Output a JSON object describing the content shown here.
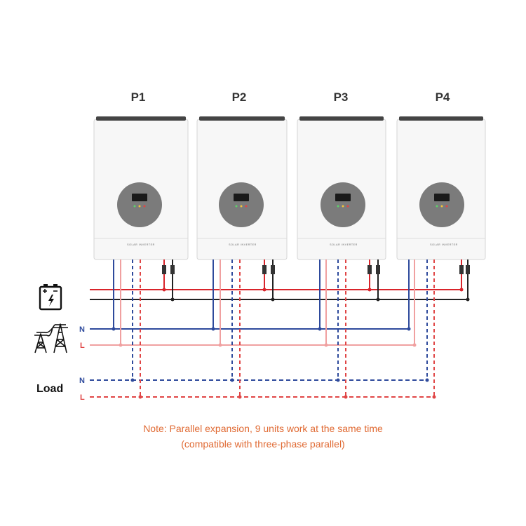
{
  "units": [
    {
      "label": "P1",
      "brand": "SOLAR INVERTER"
    },
    {
      "label": "P2",
      "brand": "SOLAR INVERTER"
    },
    {
      "label": "P3",
      "brand": "SOLAR INVERTER"
    },
    {
      "label": "P4",
      "brand": "SOLAR INVERTER"
    }
  ],
  "icons": {
    "battery": "battery-icon",
    "grid": "power-tower-icon"
  },
  "grid_labels": {
    "neutral": "N",
    "live": "L"
  },
  "load": {
    "label": "Load",
    "neutral": "N",
    "live": "L"
  },
  "note": {
    "line1": "Note: Parallel expansion, 9 units work at the same time",
    "line2": "(compatible with three-phase parallel)"
  },
  "colors": {
    "battery_positive": "#d9242b",
    "battery_negative": "#222222",
    "neutral": "#2e4a9c",
    "live_grid": "#f0a0a0",
    "load_neutral": "#2e4a9c",
    "load_live": "#e04545",
    "note": "#e06a33",
    "inverter_body": "#f7f7f7",
    "inverter_top": "#444444",
    "display_ring": "#7b7b7b"
  }
}
